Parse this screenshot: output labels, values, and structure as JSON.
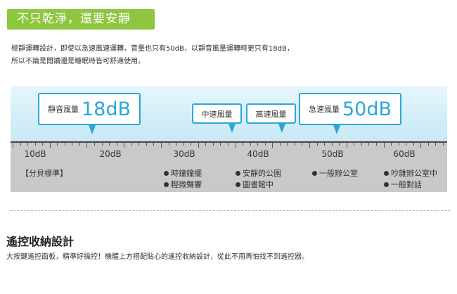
{
  "banner": {
    "title": "不只乾淨，還要安靜"
  },
  "intro": {
    "line1": "極靜運轉設計，即使以急速風速運轉，音量也只有50dB，以靜音風量運轉時更只有18dB，",
    "line2": "所以不論是閱讀還是睡眠時皆可舒適使用。"
  },
  "callouts": [
    {
      "small": "靜音風量",
      "big": "18dB"
    },
    {
      "small": "中速風量",
      "big": ""
    },
    {
      "small": "高速風量",
      "big": ""
    },
    {
      "small": "急速風量",
      "big": "50dB"
    }
  ],
  "scale": {
    "labels": [
      "10dB",
      "20dB",
      "30dB",
      "40dB",
      "50dB",
      "60dB"
    ],
    "reference": "【分貝標準】"
  },
  "notes": {
    "n30a": "時鐘鐘擺",
    "n30b": "輕微聲響",
    "n40a": "安靜的公園",
    "n40b": "圖書館中",
    "n50a": "一般辦公室",
    "n60a": "吵雜辦公室中",
    "n60b": "一般對話"
  },
  "section2": {
    "title": "遙控收納設計",
    "desc": "大按鍵遙控面板，精準好操控！機體上方搭配貼心的遙控收納設計，從此不用再怕找不到遙控器。"
  },
  "colors": {
    "accent_green": "#8dc63f",
    "accent_blue": "#2ba6d9",
    "ruler_gray": "#c9c9c9"
  }
}
